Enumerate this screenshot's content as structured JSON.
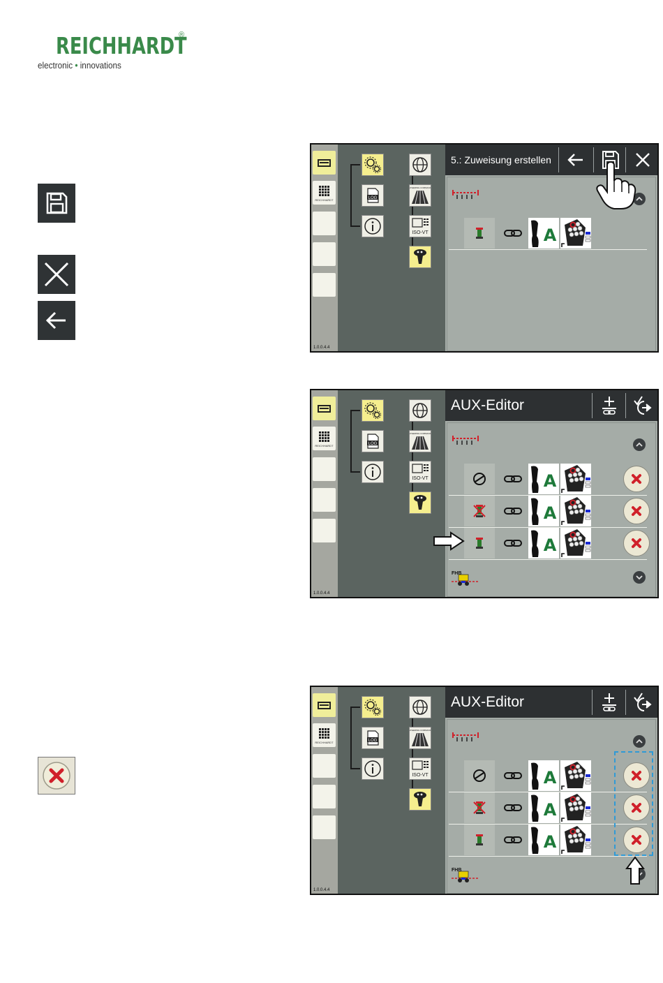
{
  "logo": {
    "brand": "REICHHARDT",
    "registered": "®",
    "tagline_left": "electronic",
    "tagline_dot": "•",
    "tagline_right": "innovations"
  },
  "legend": {
    "save_icon": "save-icon",
    "close_icon": "close-icon",
    "back_icon": "back-arrow-icon",
    "delete_icon": "delete-assignment-icon"
  },
  "screens": [
    {
      "title": "5.: Zuweisung erstellen",
      "version": "1.0.0.4.4",
      "header_icons": [
        "back-arrow-icon",
        "save-icon",
        "close-icon"
      ]
    },
    {
      "title": "AUX-Editor",
      "version": "1.0.0.4.4",
      "header_icons": [
        "link-add-icon",
        "confirm-exit-icon"
      ]
    },
    {
      "title": "AUX-Editor",
      "version": "1.0.0.4.4",
      "header_icons": [
        "link-add-icon",
        "confirm-exit-icon"
      ]
    }
  ],
  "menu": {
    "tile_labels": {
      "log": "LOG",
      "isovt": "ISO-VT",
      "sg": "STEERING COMMAND"
    }
  },
  "implement_label": "FHB",
  "joystick_letter": "A",
  "colors": {
    "logo_green": "#3a8a4a",
    "active_yellow": "#f0ee9a",
    "delete_red": "#d0202a"
  }
}
